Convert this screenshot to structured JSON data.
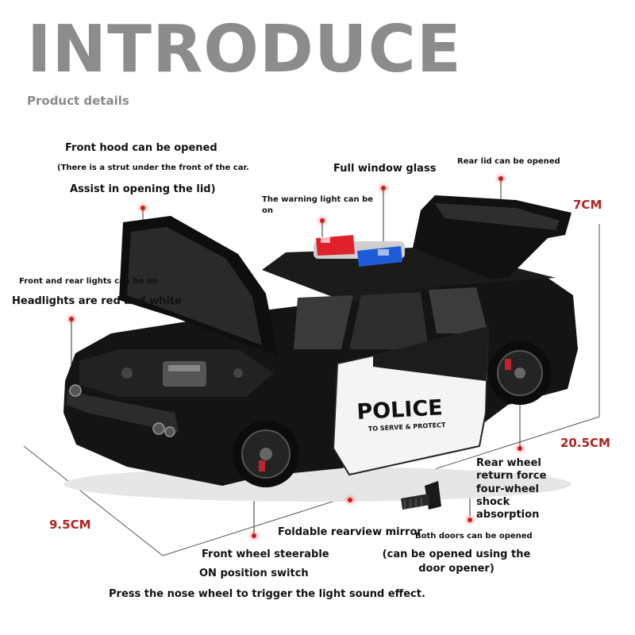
{
  "header": {
    "title": "INTRODUCE",
    "subtitle": "Product details"
  },
  "features": {
    "hood_line1": "Front hood can be opened",
    "hood_line2": "(There is a strut under the front of the car.",
    "hood_line3": "Assist in opening the lid)",
    "glass": "Full window glass",
    "rear_lid": "Rear lid can be opened",
    "warning_light": "The warning light can be on",
    "lights_line1": "Front and rear lights can be on",
    "lights_line2": "Headlights are red and white",
    "rear_wheel": "Rear wheel return force four-wheel shock absorption",
    "mirror": "Foldable rearview mirror",
    "doors_line1": "Both doors can be opened",
    "doors_line2": "(can be opened using the door opener)",
    "front_wheel": "Front wheel steerable",
    "switch": "ON position switch",
    "sound": "Press the nose wheel to trigger the light sound effect."
  },
  "dimensions": {
    "height": "7CM",
    "length": "20.5CM",
    "width": "9.5CM"
  },
  "car": {
    "door_text": "POLICE",
    "door_subtext": "TO SERVE & PROTECT",
    "body_color": "#141414",
    "door_color": "#f4f4f4",
    "light_red": "#e0202a",
    "light_blue": "#1e5bd8"
  },
  "colors": {
    "title": "#8c8c8c",
    "dimension": "#b22222",
    "marker": "#d11a1a"
  }
}
